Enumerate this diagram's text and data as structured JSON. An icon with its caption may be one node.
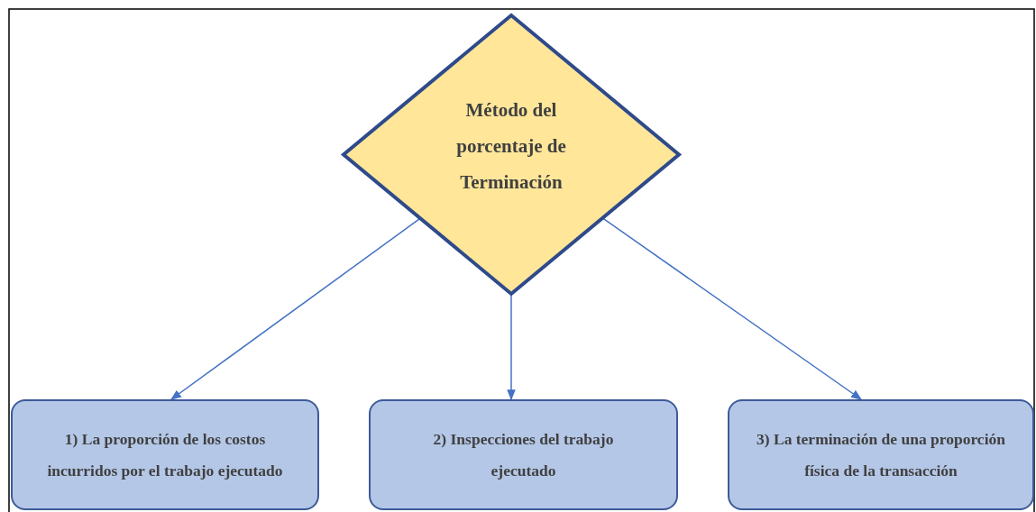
{
  "diagram": {
    "nodes": [
      {
        "text": [
          "Método del porcentaje de Terminación"
        ]
      },
      {
        "text": [
          "1) La proporción de los costos incurridos por el trabajo ejecutado"
        ]
      },
      {
        "text": [
          "2) Inspecciones del trabajo ejecutado"
        ]
      },
      {
        "text": [
          "3) La terminación de una proporción física de la transacción"
        ]
      }
    ],
    "edges": [
      {
        "from": 0,
        "to": 1,
        "arrow": "to"
      },
      {
        "from": 0,
        "to": 2,
        "arrow": "to"
      },
      {
        "from": 0,
        "to": 3,
        "arrow": "to"
      }
    ]
  }
}
